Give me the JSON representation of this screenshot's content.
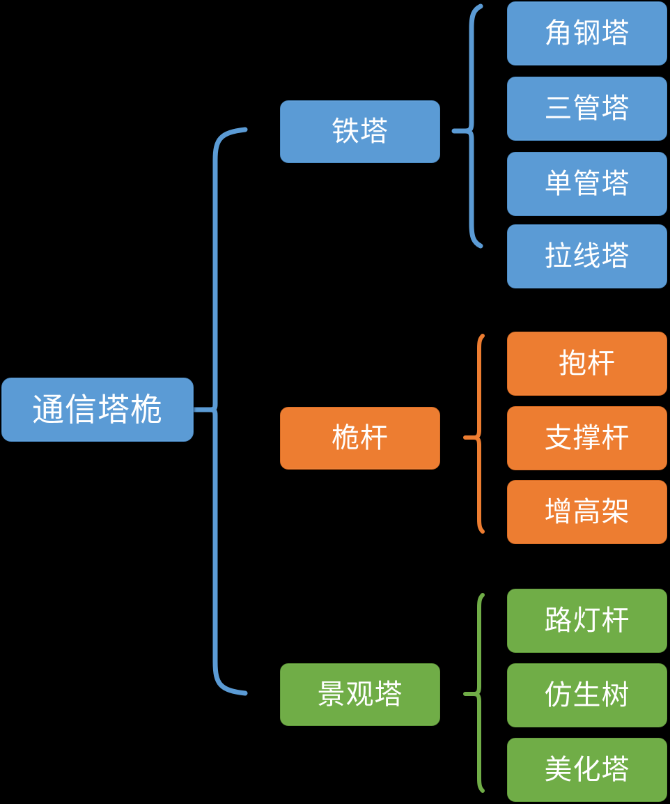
{
  "diagram": {
    "type": "bracket-hierarchy",
    "background_color": "#000000",
    "root": {
      "label": "通信塔桅",
      "color": "#5B9BD5"
    },
    "branches": [
      {
        "label": "铁塔",
        "color": "#5B9BD5",
        "color_name": "blue",
        "children": [
          {
            "label": "角钢塔"
          },
          {
            "label": "三管塔"
          },
          {
            "label": "单管塔"
          },
          {
            "label": "拉线塔"
          }
        ]
      },
      {
        "label": "桅杆",
        "color": "#ED7D31",
        "color_name": "orange",
        "children": [
          {
            "label": "抱杆"
          },
          {
            "label": "支撑杆"
          },
          {
            "label": "增高架"
          }
        ]
      },
      {
        "label": "景观塔",
        "color": "#70AD47",
        "color_name": "green",
        "children": [
          {
            "label": "路灯杆"
          },
          {
            "label": "仿生树"
          },
          {
            "label": "美化塔"
          }
        ]
      }
    ]
  }
}
